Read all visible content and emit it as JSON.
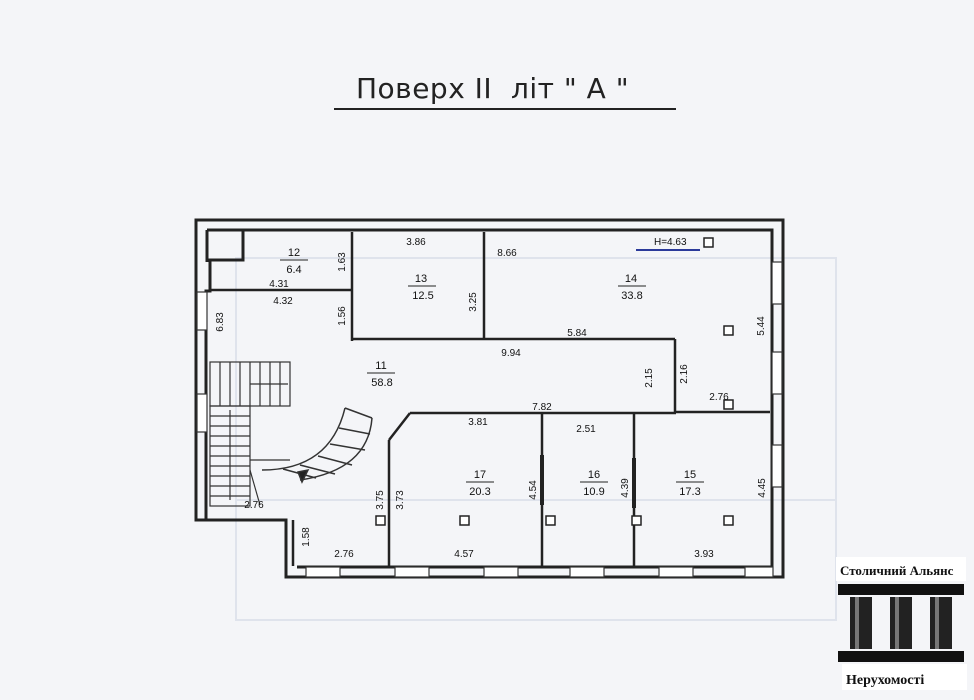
{
  "title": "Поверх II  літ \" А \"",
  "ceiling_height": "H=4.63",
  "rooms": [
    {
      "id": "room-12",
      "number": "12",
      "area": "6.4"
    },
    {
      "id": "room-13",
      "number": "13",
      "area": "12.5"
    },
    {
      "id": "room-14",
      "number": "14",
      "area": "33.8"
    },
    {
      "id": "room-11",
      "number": "11",
      "area": "58.8"
    },
    {
      "id": "room-17",
      "number": "17",
      "area": "20.3"
    },
    {
      "id": "room-16",
      "number": "16",
      "area": "10.9"
    },
    {
      "id": "room-15",
      "number": "15",
      "area": "17.3"
    }
  ],
  "dimensions": [
    "3.86",
    "8.66",
    "1.63",
    "4.31",
    "4.32",
    "6.83",
    "1.56",
    "3.25",
    "5.84",
    "9.94",
    "5.44",
    "2.15",
    "2.16",
    "2.76",
    "7.82",
    "3.81",
    "2.51",
    "3.75",
    "3.73",
    "4.54",
    "4.39",
    "4.45",
    "2.76",
    "1.58",
    "2.76",
    "4.57",
    "3.93"
  ],
  "logo": {
    "top": "Столичний Альянс",
    "bottom": "Нерухомості"
  }
}
